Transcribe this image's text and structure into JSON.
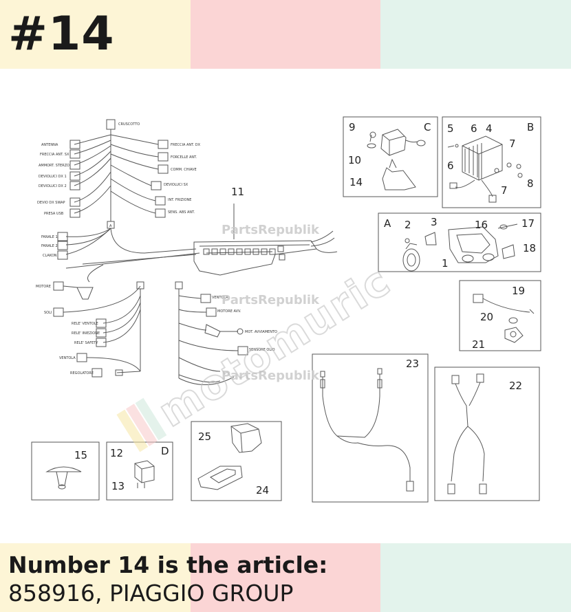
{
  "header": {
    "badge": "#14"
  },
  "caption": {
    "line1": "Number 14 is the article:",
    "line2": "858916, PIAGGIO GROUP"
  },
  "watermark": {
    "brand": "PartsRepublik",
    "stamp": "motomuric"
  },
  "colors": {
    "band_yellow": "#fdf5d6",
    "band_pink": "#fbd5d5",
    "band_green": "#e3f3ec",
    "line": "#555555"
  },
  "schematic": {
    "top": "CRUSCOTTO",
    "left": [
      "ANTENNA",
      "FRECCIA ANT. SX",
      "AMMORT. STERZO",
      "DEVIOLUCI DX 1",
      "DEVIOLUCI DX 2",
      "DEVIO DX SWAP",
      "PRESA USB",
      "FANALE 1",
      "FANALE 2",
      "CLAKON",
      "MOTORE",
      "SOLI",
      "RELE' VENTOLE",
      "RELE' INIEZIONE",
      "RELE' SAFETY",
      "VENTOLA",
      "REGOLATORE"
    ],
    "right": [
      "FRECCIA ANT. DX",
      "FORCELLE ANT.",
      "COMM. CHIAVE",
      "DEVIOLUCI SX",
      "INT. FRIZIONE",
      "SENS. ABS ANT."
    ],
    "mid": [
      "VENTOLA",
      "MOTORE AVV.",
      "MOT. AVVIAMENTO",
      "SENSORE OLIO"
    ],
    "nodes": [
      "A"
    ]
  },
  "parts": {
    "p1": "1",
    "p2": "2",
    "p3": "3",
    "p4": "4",
    "p5": "5",
    "p6a": "6",
    "p6b": "6",
    "p7a": "7",
    "p7b": "7",
    "p8": "8",
    "p9": "9",
    "p10": "10",
    "p11": "11",
    "p12": "12",
    "p13": "13",
    "p14": "14",
    "p15": "15",
    "p16": "16",
    "p17": "17",
    "p18": "18",
    "p19": "19",
    "p20": "20",
    "p21": "21",
    "p22": "22",
    "p23": "23",
    "p24": "24",
    "p25": "25"
  },
  "groups": {
    "A": "A",
    "B": "B",
    "C": "C",
    "D": "D"
  }
}
